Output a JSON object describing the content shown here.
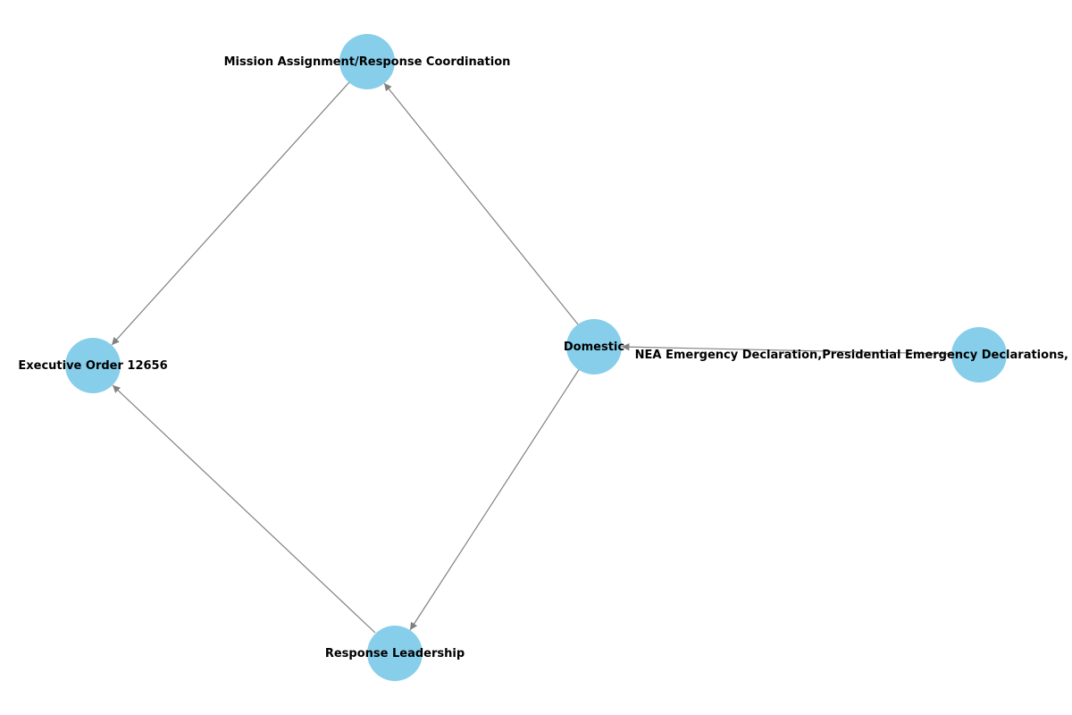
{
  "diagram": {
    "nodes": [
      {
        "id": "mission",
        "label": "Mission Assignment/Response Coordination"
      },
      {
        "id": "executive",
        "label": "Executive Order 12656"
      },
      {
        "id": "domestic",
        "label": "Domestic"
      },
      {
        "id": "nea",
        "label": "NEA Emergency Declaration,Presidential Emergency Declarations,"
      },
      {
        "id": "response",
        "label": "Response Leadership"
      }
    ],
    "edges": [
      {
        "from": "domestic",
        "to": "mission"
      },
      {
        "from": "mission",
        "to": "executive"
      },
      {
        "from": "domestic",
        "to": "response"
      },
      {
        "from": "response",
        "to": "executive"
      },
      {
        "from": "nea",
        "to": "domestic"
      }
    ],
    "colors": {
      "node": "#87ceeb",
      "edge": "#808080",
      "label": "#000000"
    }
  }
}
